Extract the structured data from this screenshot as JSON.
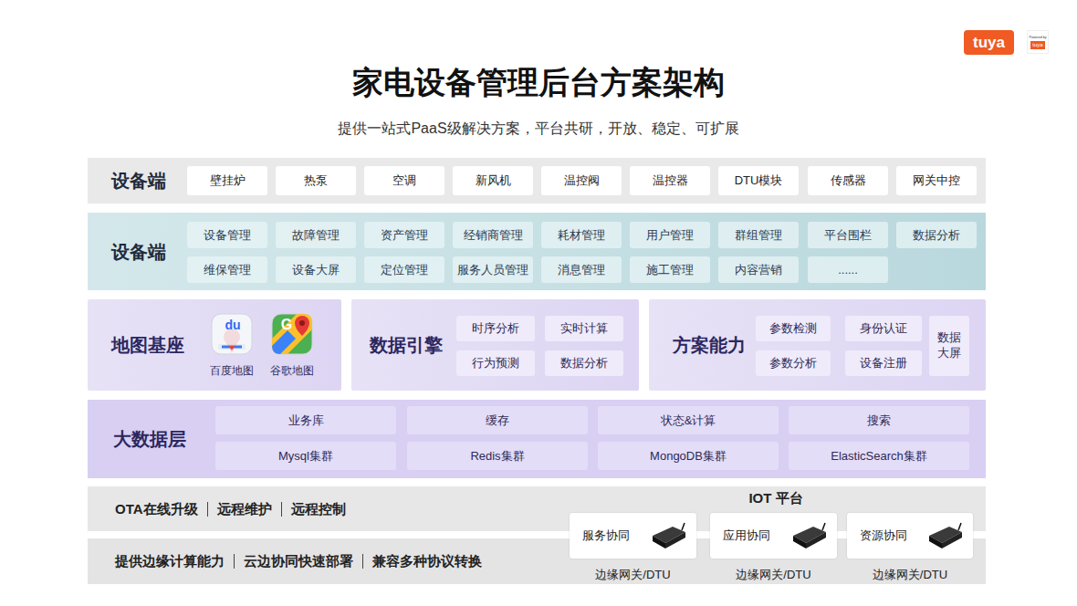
{
  "diagram": {
    "title": "家电设备管理后台方案架构",
    "caption": "提供一站式PaaS级解决方案，平台共研，开放、稳定、可扩展",
    "nodes": [
      {
        "text": [
          "tuya"
        ]
      },
      {
        "text": [
          "Powered by",
          "tuya"
        ]
      },
      {
        "text": [
          "设备端"
        ]
      },
      {
        "text": [
          "壁挂炉"
        ],
        "in": 2
      },
      {
        "text": [
          "热泵"
        ],
        "in": 2
      },
      {
        "text": [
          "空调"
        ],
        "in": 2
      },
      {
        "text": [
          "新风机"
        ],
        "in": 2
      },
      {
        "text": [
          "温控阀"
        ],
        "in": 2
      },
      {
        "text": [
          "温控器"
        ],
        "in": 2
      },
      {
        "text": [
          "DTU模块"
        ],
        "in": 2
      },
      {
        "text": [
          "传感器"
        ],
        "in": 2
      },
      {
        "text": [
          "网关中控"
        ],
        "in": 2
      },
      {
        "text": [
          "设备端"
        ]
      },
      {
        "text": [
          "设备管理"
        ],
        "in": 12
      },
      {
        "text": [
          "故障管理"
        ],
        "in": 12
      },
      {
        "text": [
          "资产管理"
        ],
        "in": 12
      },
      {
        "text": [
          "经销商管理"
        ],
        "in": 12
      },
      {
        "text": [
          "耗材管理"
        ],
        "in": 12
      },
      {
        "text": [
          "用户管理"
        ],
        "in": 12
      },
      {
        "text": [
          "群组管理"
        ],
        "in": 12
      },
      {
        "text": [
          "平台围栏"
        ],
        "in": 12
      },
      {
        "text": [
          "数据分析"
        ],
        "in": 12
      },
      {
        "text": [
          "维保管理"
        ],
        "in": 12
      },
      {
        "text": [
          "设备大屏"
        ],
        "in": 12
      },
      {
        "text": [
          "定位管理"
        ],
        "in": 12
      },
      {
        "text": [
          "服务人员管理"
        ],
        "in": 12
      },
      {
        "text": [
          "消息管理"
        ],
        "in": 12
      },
      {
        "text": [
          "施工管理"
        ],
        "in": 12
      },
      {
        "text": [
          "内容营销"
        ],
        "in": 12
      },
      {
        "text": [
          "......"
        ],
        "in": 12
      },
      {
        "text": [
          "地图基座"
        ]
      },
      {
        "text": [
          "百度地图"
        ],
        "in": 30
      },
      {
        "text": [
          "谷歌地图"
        ],
        "in": 30
      },
      {
        "text": [
          "数据引擎"
        ]
      },
      {
        "text": [
          "时序分析"
        ],
        "in": 33
      },
      {
        "text": [
          "实时计算"
        ],
        "in": 33
      },
      {
        "text": [
          "行为预测"
        ],
        "in": 33
      },
      {
        "text": [
          "数据分析"
        ],
        "in": 33
      },
      {
        "text": [
          "方案能力"
        ]
      },
      {
        "text": [
          "参数检测"
        ],
        "in": 38
      },
      {
        "text": [
          "身份认证"
        ],
        "in": 38
      },
      {
        "text": [
          "数据大屏"
        ],
        "in": 38
      },
      {
        "text": [
          "参数分析"
        ],
        "in": 38
      },
      {
        "text": [
          "设备注册"
        ],
        "in": 38
      },
      {
        "text": [
          "大数据层"
        ]
      },
      {
        "text": [
          "业务库"
        ],
        "in": 44
      },
      {
        "text": [
          "缓存"
        ],
        "in": 44
      },
      {
        "text": [
          "状态&计算"
        ],
        "in": 44
      },
      {
        "text": [
          "搜索"
        ],
        "in": 44
      },
      {
        "text": [
          "Mysql集群"
        ],
        "in": 44
      },
      {
        "text": [
          "Redis集群"
        ],
        "in": 44
      },
      {
        "text": [
          "MongoDB集群"
        ],
        "in": 44
      },
      {
        "text": [
          "ElasticSearch集群"
        ],
        "in": 44
      },
      {
        "text": [
          "OTA在线升级",
          "远程维护",
          "远程控制",
          "IOT 平台"
        ]
      },
      {
        "text": [
          "提供边缘计算能力",
          "云边协同快速部署",
          "兼容多种协议转换"
        ]
      },
      {
        "text": [
          "服务协同",
          "边缘网关/DTU"
        ]
      },
      {
        "text": [
          "应用协同",
          "边缘网关/DTU"
        ]
      },
      {
        "text": [
          "资源协同",
          "边缘网关/DTU"
        ]
      }
    ],
    "labels": [
      "du",
      "G"
    ]
  }
}
